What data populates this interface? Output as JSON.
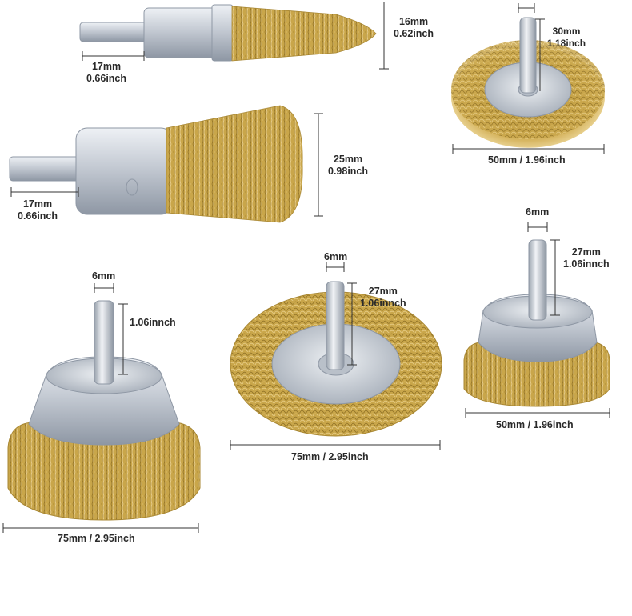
{
  "product": {
    "brush1": {
      "length": "16mm",
      "length_in": "0.62inch",
      "diameter": "17mm",
      "diameter_in": "0.66inch"
    },
    "brush2": {
      "length": "25mm",
      "length_in": "0.98inch",
      "diameter": "17mm",
      "diameter_in": "0.66inch"
    },
    "wheel_small": {
      "shaft": "30mm",
      "shaft_in": "1.18inch",
      "diameter": "50mm / 1.96inch"
    },
    "cup_large": {
      "shank": "6mm",
      "height_in": "1.06innch",
      "diameter": "75mm / 2.95inch"
    },
    "wheel_large": {
      "shank": "6mm",
      "length": "27mm",
      "length_in": "1.06innch",
      "diameter": "75mm / 2.95inch"
    },
    "cup_small": {
      "shank": "6mm",
      "length": "27mm",
      "length_in": "1.06innch",
      "diameter": "50mm / 1.96inch"
    }
  },
  "colors": {
    "brass": "#c9a64a",
    "brass_dark": "#9e7d2a",
    "steel": "#c9ced6",
    "steel_dark": "#8d96a3",
    "dim_line": "#333333"
  }
}
